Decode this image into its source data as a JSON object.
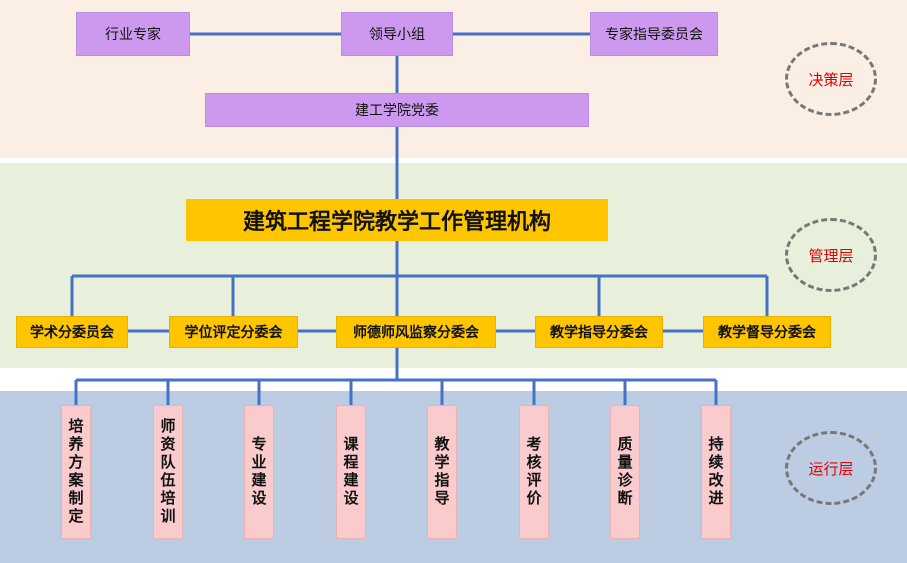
{
  "decision_layer": {
    "label": "决策层",
    "industry_experts": "行业专家",
    "leading_group": "领导小组",
    "expert_guidance_committee": "专家指导委员会",
    "party_committee": "建工学院党委"
  },
  "management_layer": {
    "label": "管理层",
    "title": "建筑工程学院教学工作管理机构",
    "subcommittees": [
      "学术分委员会",
      "学位评定分委会",
      "师德师风监察分委会",
      "教学指导分委会",
      "教学督导分委会"
    ]
  },
  "operation_layer": {
    "label": "运行层",
    "items": [
      "培养方案制定",
      "师资队伍培训",
      "专业建设",
      "课程建设",
      "教学指导",
      "考核评价",
      "质量诊断",
      "持续改进"
    ]
  },
  "colors": {
    "decision_band": "#fbeee4",
    "management_band": "#e8f0dc",
    "operation_band": "#bccde3",
    "purple_box": "#cc99ee",
    "yellow_box": "#ffc600",
    "pink_box": "#f9cbcc",
    "connector": "#4472c4",
    "layer_label": "#e00000"
  }
}
